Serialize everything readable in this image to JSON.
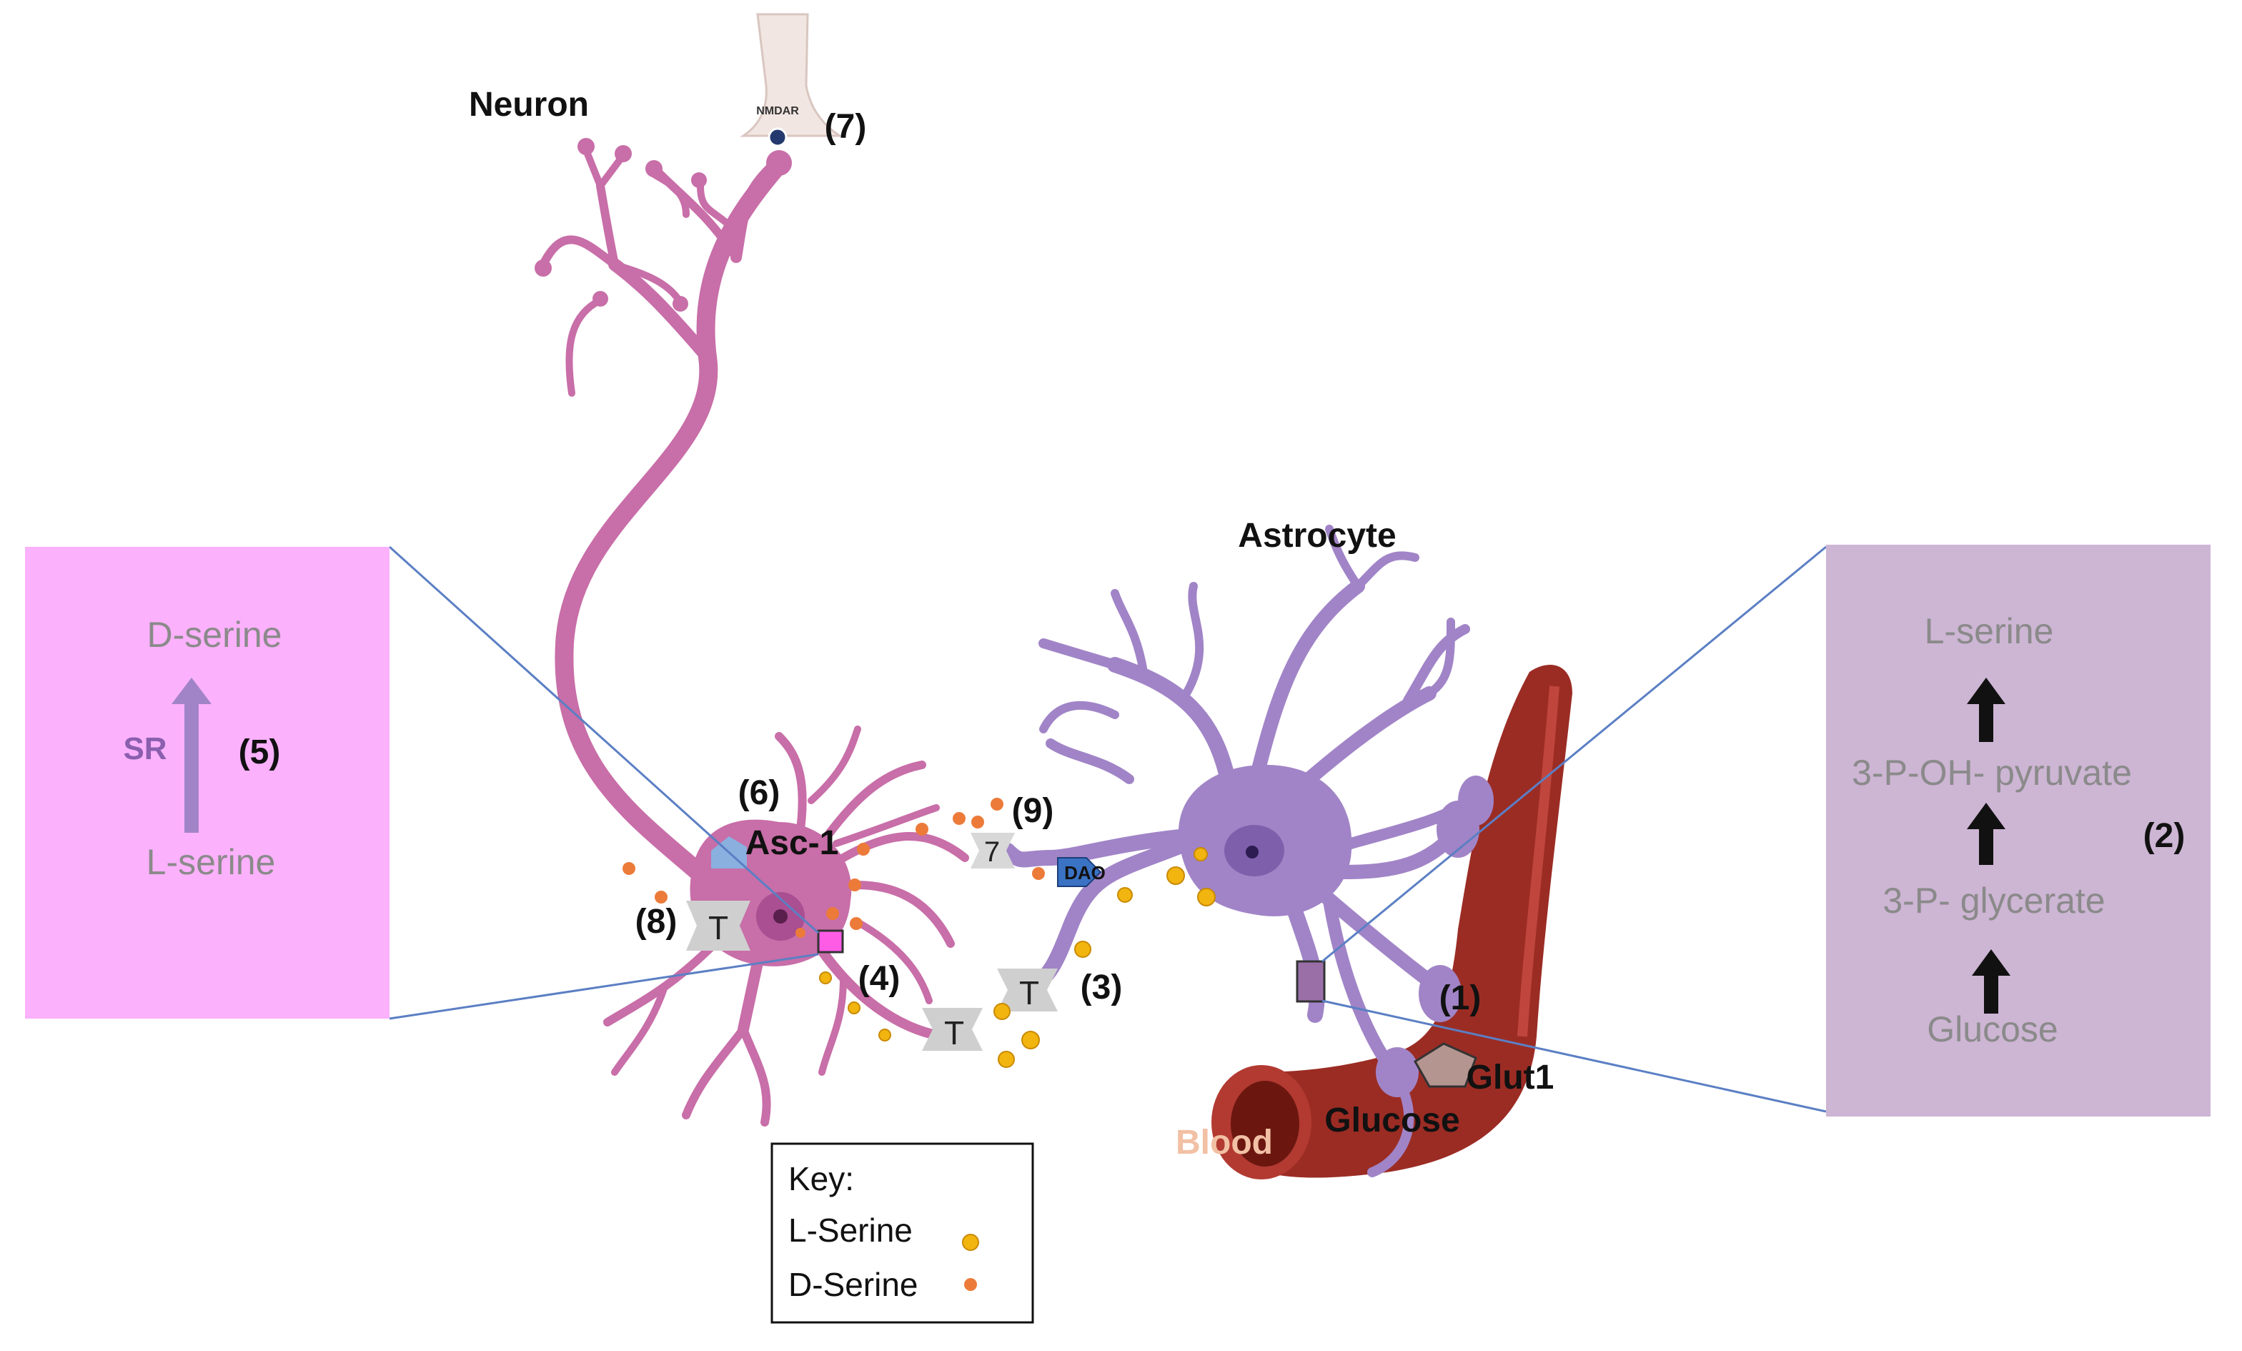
{
  "labels": {
    "neuron": "Neuron",
    "astrocyte": "Astrocyte",
    "nmdar": "NMDAR",
    "step1": "(1)",
    "step2": "(2)",
    "step3": "(3)",
    "step4": "(4)",
    "step5": "(5)",
    "step6": "(6)",
    "step7": "(7)",
    "step8": "(8)",
    "step9": "(9)",
    "asc1": "Asc-1",
    "dao": "DAO",
    "glut1": "Glut1",
    "glucose": "Glucose",
    "blood": "Blood",
    "transporter": "T",
    "seven_mark": "7"
  },
  "neuron_box": {
    "top": "D-serine",
    "enzyme": "SR",
    "step": "(5)",
    "bottom": "L-serine"
  },
  "astro_box": {
    "steps": [
      "L-serine",
      "3-P-OH- pyruvate",
      "3-P- glycerate",
      "Glucose"
    ],
    "step": "(2)"
  },
  "key": {
    "title": "Key:",
    "items": [
      "L-Serine",
      "D-Serine"
    ]
  },
  "colors": {
    "neuron": "#c86ea8",
    "astrocyte": "#a184c7",
    "blood_vessel": "#9b2c24",
    "l_serine": "#f2b50f",
    "d_serine": "#ec7b3a",
    "neuron_box": "#fbb1fb",
    "astro_box": "#cdb5d4",
    "box_text": "#8a8a8a",
    "dao": "#3a72c4"
  }
}
